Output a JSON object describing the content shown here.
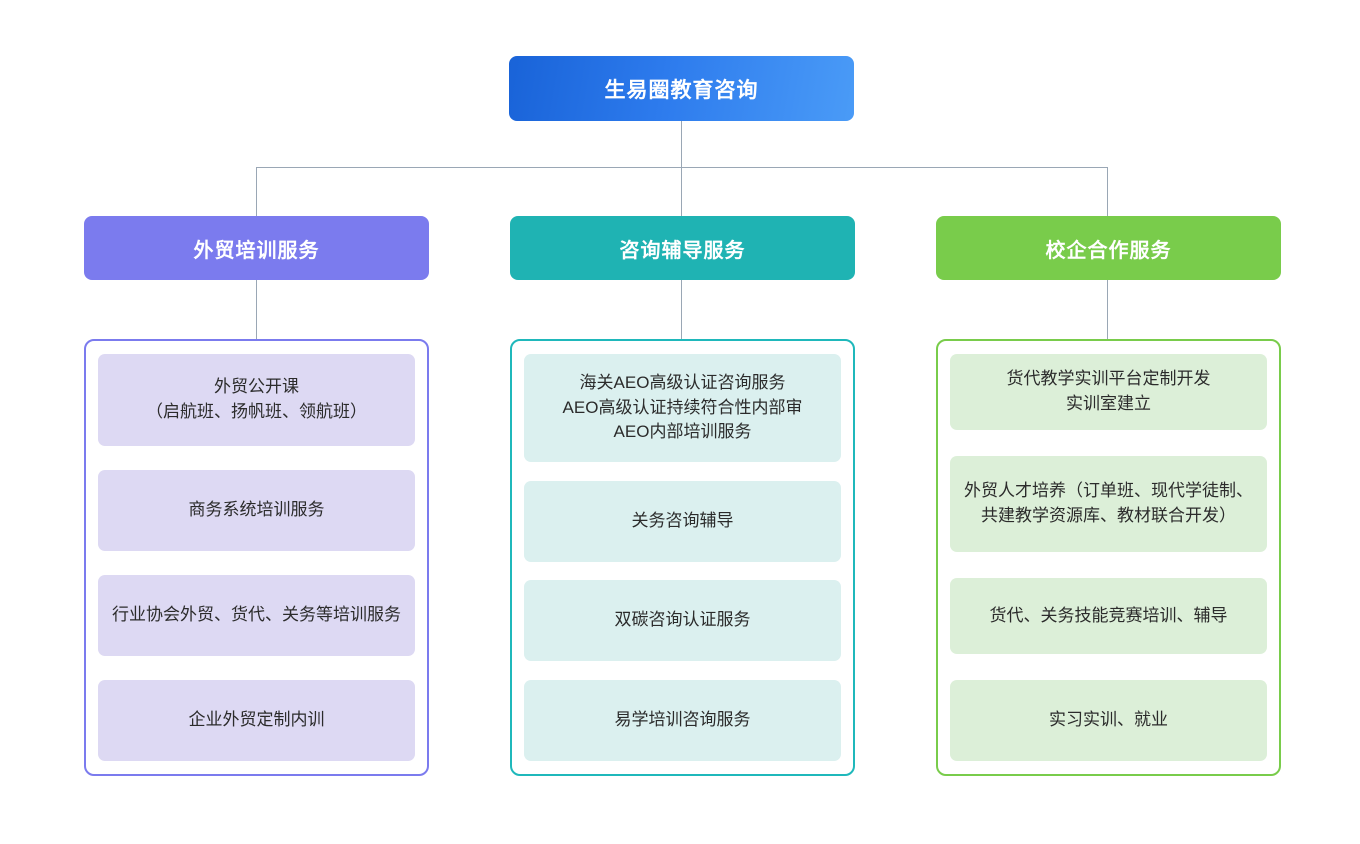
{
  "diagram": {
    "type": "organization-tree",
    "root": {
      "label": "生易圈教育咨询",
      "color": "#2d7bed"
    },
    "branches": [
      {
        "label": "外贸培训服务",
        "color": "#7b7bee",
        "leaf_fill": "#ddd9f3",
        "items": [
          "外贸公开课\n（启航班、扬帆班、领航班）",
          "商务系统培训服务",
          "行业协会外贸、货代、关务等培训服务",
          "企业外贸定制内训"
        ]
      },
      {
        "label": "咨询辅导服务",
        "color": "#1fb3b3",
        "leaf_fill": "#dbf0ef",
        "items": [
          "海关AEO高级认证咨询服务\nAEO高级认证持续符合性内部审\nAEO内部培训服务",
          "关务咨询辅导",
          "双碳咨询认证服务",
          "易学培训咨询服务"
        ]
      },
      {
        "label": "校企合作服务",
        "color": "#79cc4b",
        "leaf_fill": "#dcefd8",
        "items": [
          "货代教学实训平台定制开发\n实训室建立",
          "外贸人才培养（订单班、现代学徒制、共建教学资源库、教材联合开发）",
          "货代、关务技能竞赛培训、辅导",
          "实习实训、就业"
        ]
      }
    ],
    "connector_color": "#9aa7b5"
  }
}
